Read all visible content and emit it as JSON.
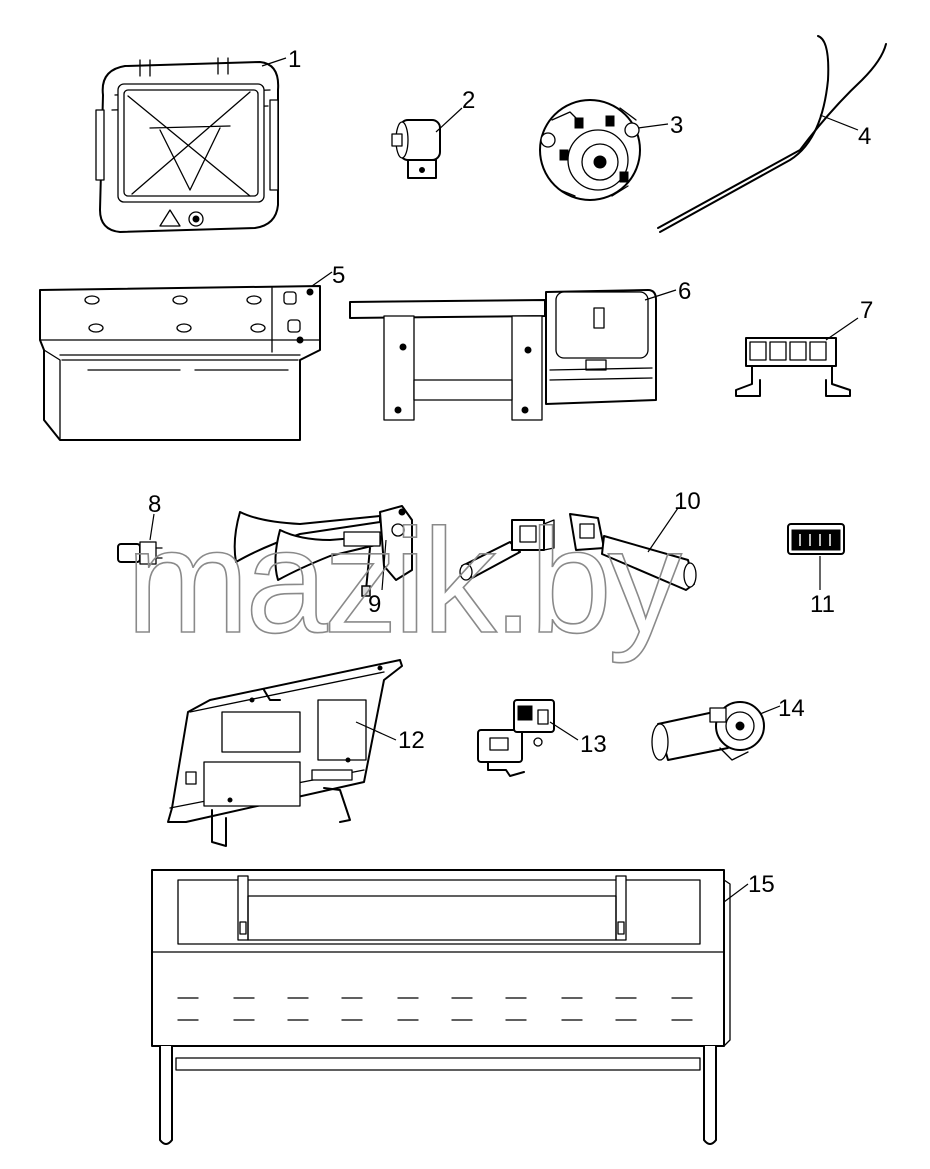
{
  "watermark": "mazik.by",
  "callouts": [
    "1",
    "2",
    "3",
    "4",
    "5",
    "6",
    "7",
    "8",
    "9",
    "10",
    "11",
    "12",
    "13",
    "14",
    "15"
  ]
}
